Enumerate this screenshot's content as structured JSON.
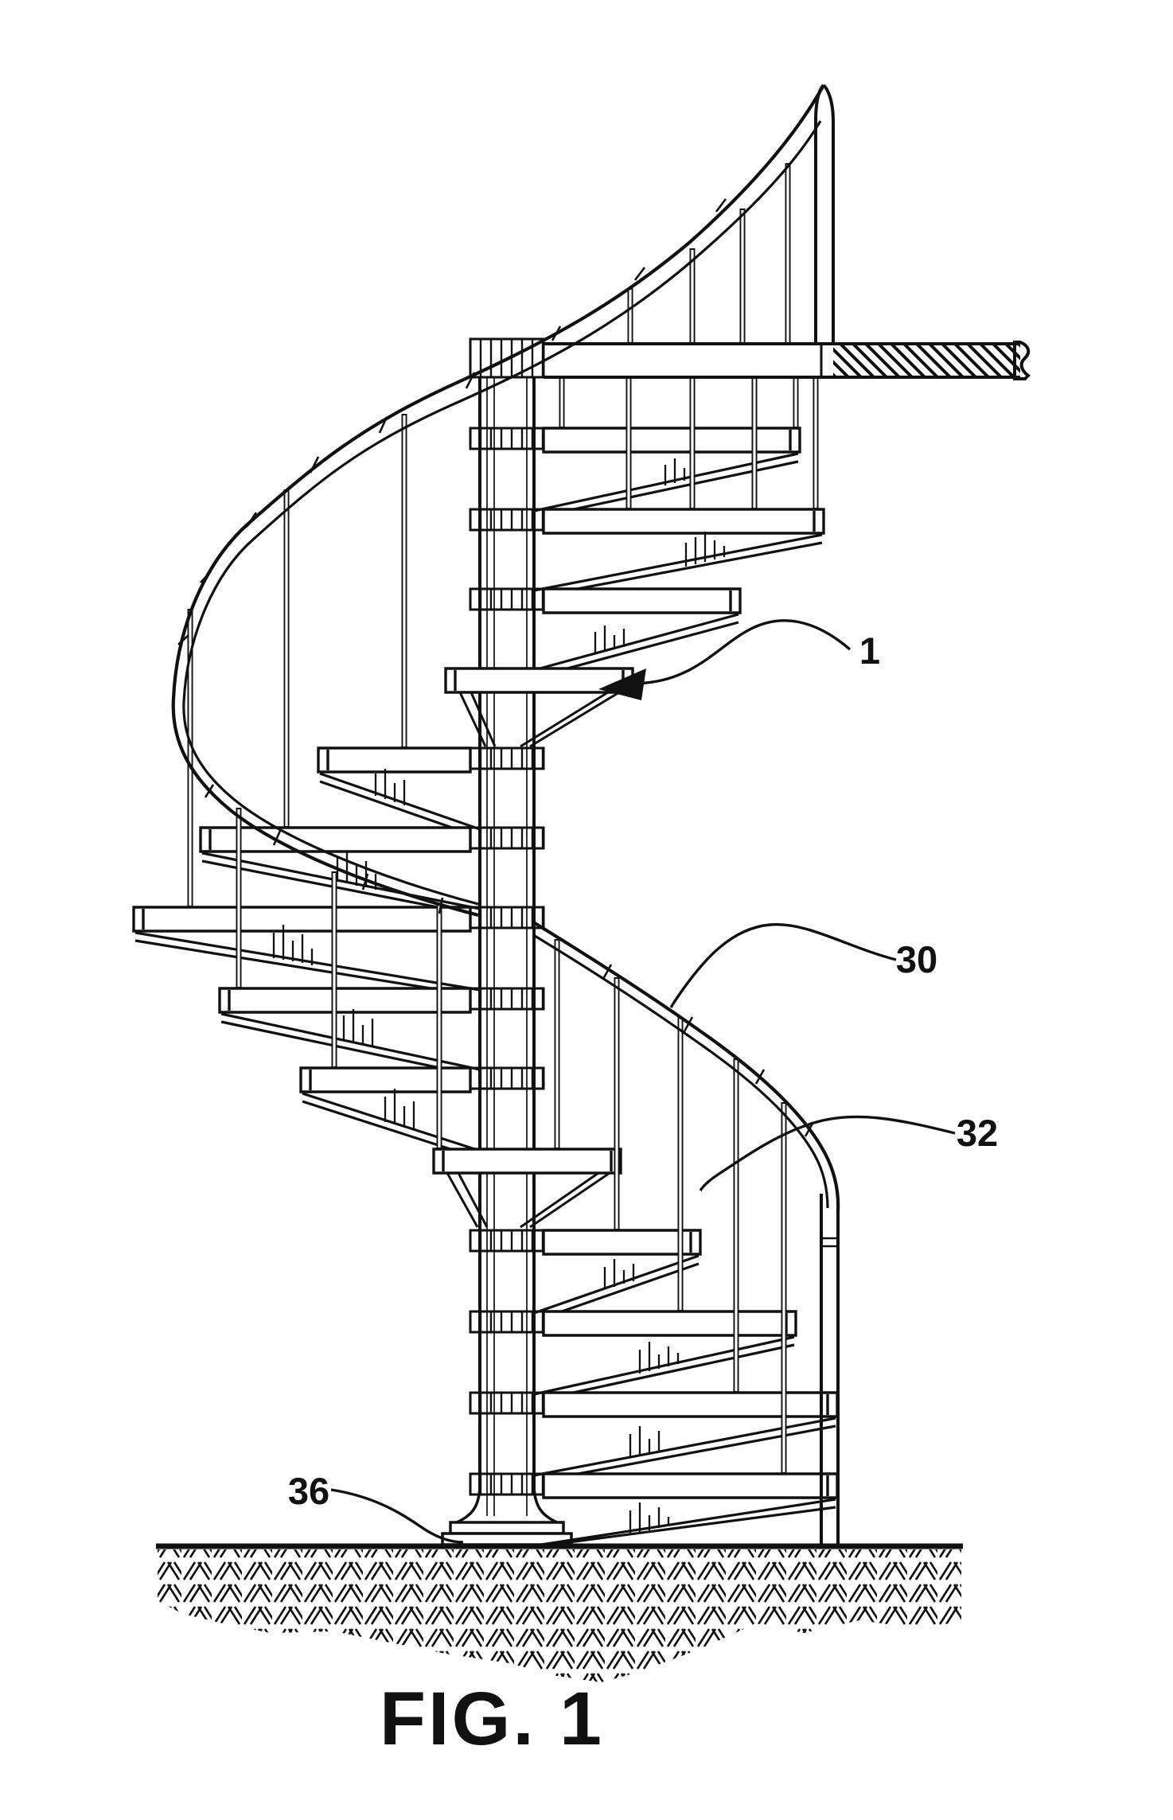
{
  "figure": {
    "caption": "FIG. 1",
    "references": {
      "whole_staircase": "1",
      "handrail": "30",
      "baluster": "32",
      "base_mount": "36"
    },
    "colors": {
      "line": "#111111",
      "background": "#ffffff"
    },
    "drawing_parts": {
      "center_column": "central support column with collar rings",
      "treads": "spiral stair treads with gusset brackets",
      "handrail_upper": "upper helical handrail ending at floor landing",
      "handrail_lower": "lower helical handrail to ground newel",
      "landing_floor": "upper floor slab (section-hatched)",
      "ground": "ground line with earth hatching"
    }
  }
}
